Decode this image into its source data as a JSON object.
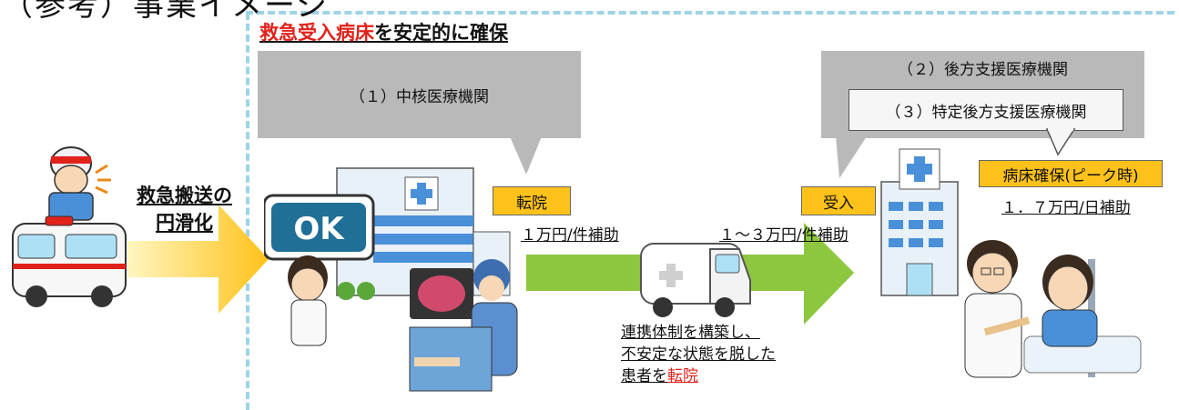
{
  "top_title": "（参考）事業イメージ",
  "heading": {
    "red_part": "救急受入病床",
    "rest": "を安定的に確保"
  },
  "callouts": {
    "core": "（１）中核医療機関",
    "support": "（２）後方支援医療機関",
    "specific_support": "（３）特定後方支援医療機関"
  },
  "ambulance_label": [
    "救急搬送の",
    "円滑化"
  ],
  "ok_sign": "OK",
  "tags": {
    "transfer": "転院",
    "accept": "受入",
    "bed_secure": "病床確保(ピーク時)"
  },
  "subsidies": {
    "transfer": "１万円/件補助",
    "accept": "１～３万円/件補助",
    "bed_secure": "１．７万円/日補助"
  },
  "bottom_note": {
    "line1": "連携体制を構築し、",
    "line2": "不安定な状態を脱した",
    "line3_prefix": "患者を",
    "line3_red": "転院"
  },
  "colors": {
    "dashed_border": "#9dd4e6",
    "callout_gray": "#b9b9b9",
    "tag_yellow": "#ffc21a",
    "green_arrow": "#8dc63f",
    "yellow_arrow": "#ffd21f",
    "accent_red": "#e0221b"
  }
}
